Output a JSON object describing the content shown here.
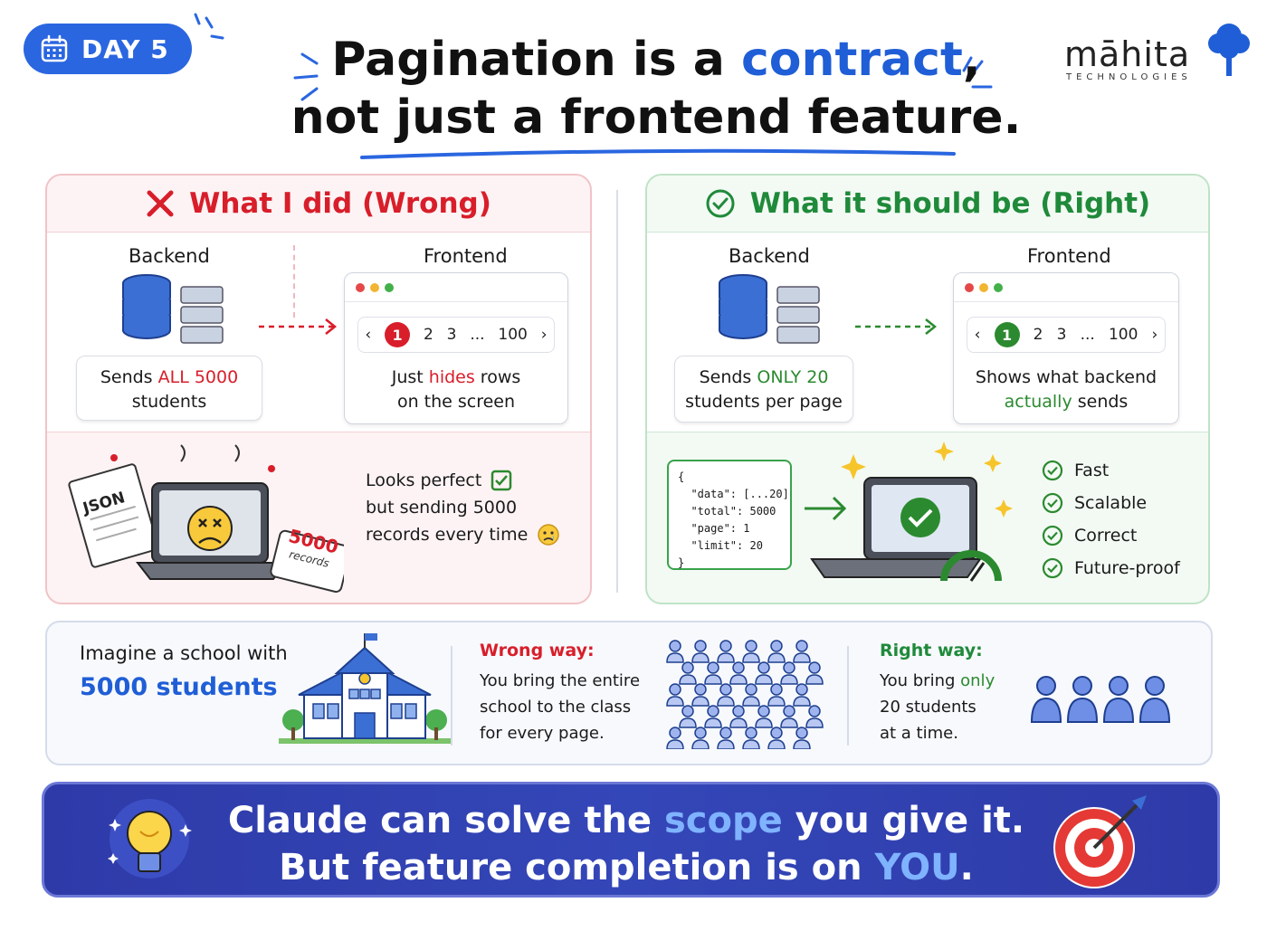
{
  "badge": {
    "label": "DAY 5",
    "icon": "calendar-icon"
  },
  "title": {
    "line1_a": "Pagination is a ",
    "line1_accent": "contract",
    "line1_b": ",",
    "line2": "not just a frontend feature."
  },
  "logo": {
    "name": "māhita",
    "sub": "TECHNOLOGIES",
    "icon": "tree-icon"
  },
  "wrong": {
    "heading": "What I did (Wrong)",
    "backend_label": "Backend",
    "frontend_label": "Frontend",
    "backend_note": {
      "a": "Sends ",
      "b": "ALL 5000",
      "c": "students"
    },
    "pager": {
      "prev": "‹",
      "p1": "1",
      "p2": "2",
      "p3": "3",
      "ellipsis": "...",
      "last": "100",
      "next": "›"
    },
    "frontend_note": {
      "a": "Just ",
      "b": "hides",
      "c": " rows",
      "d": "on the screen"
    },
    "json_doc": "JSON",
    "records_card": {
      "num": "5000",
      "label": "records"
    },
    "summary": {
      "l1": "Looks perfect",
      "l2": "but sending 5000",
      "l3": "records every time"
    }
  },
  "right": {
    "heading": "What it should be (Right)",
    "backend_label": "Backend",
    "frontend_label": "Frontend",
    "backend_note": {
      "a": "Sends ",
      "b": "ONLY 20",
      "c": "students per page"
    },
    "pager": {
      "prev": "‹",
      "p1": "1",
      "p2": "2",
      "p3": "3",
      "ellipsis": "...",
      "last": "100",
      "next": "›"
    },
    "frontend_note": {
      "a": "Shows what backend",
      "b": "actually",
      "c": " sends"
    },
    "json_lines": [
      "{",
      "  \"data\": [...20]",
      "  \"total\": 5000",
      "  \"page\": 1",
      "  \"limit\": 20",
      "}"
    ],
    "benefits": [
      "Fast",
      "Scalable",
      "Correct",
      "Future-proof"
    ]
  },
  "school": {
    "intro": "Imagine a school with",
    "count": "5000 students",
    "wrong_title": "Wrong way:",
    "wrong_text": [
      "You bring the entire",
      "school to the class",
      "for every page."
    ],
    "right_title": "Right way:",
    "right_text_a": "You bring ",
    "right_text_b": "only",
    "right_text_c": [
      "20 students",
      "at a time."
    ]
  },
  "banner": {
    "l1_a": "Claude can solve the ",
    "l1_hl": "scope",
    "l1_b": " you give it.",
    "l2_a": "But feature completion is on ",
    "l2_hl": "YOU",
    "l2_b": "."
  },
  "colors": {
    "blue": "#2a66e0",
    "red": "#d81e2a",
    "green": "#1f8a3a",
    "banner": "#3447b8"
  }
}
